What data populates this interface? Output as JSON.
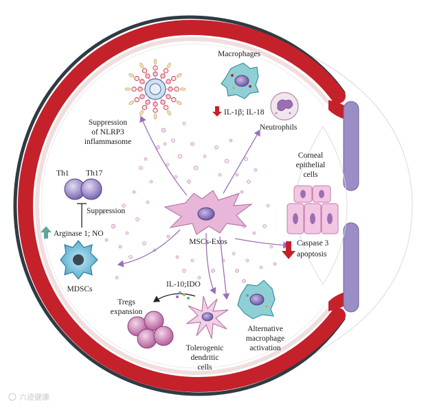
{
  "labels": {
    "macrophages": "Macrophages",
    "il": "IL-1β; IL-18",
    "neutrophils": "Neutrophils",
    "nlrp3_1": "Suppression",
    "nlrp3_2": "of NLRP3",
    "nlrp3_3": "inflammasome",
    "th1": "Th1",
    "th17": "Th17",
    "suppression": "Suppression",
    "arginase": "Arginase 1; NO",
    "mdscs": "MDSCs",
    "center": "MSCs-Exos",
    "corneal_1": "Corneal",
    "corneal_2": "epithelial",
    "corneal_3": "cells",
    "caspase": "Caspase 3",
    "apoptosis": "apoptosis",
    "il10": "IL-10;IDO",
    "tregs_1": "Tregs",
    "tregs_2": "expansion",
    "toler_1": "Tolerogenic",
    "toler_2": "dendritic",
    "toler_3": "cells",
    "alt_1": "Alternative",
    "alt_2": "macrophage",
    "alt_3": "activation"
  },
  "watermark": "六迹健康",
  "colors": {
    "eye_red": "#c4212b",
    "eye_dark": "#2f3b44",
    "lens_purple": "#9b8ec6",
    "arrow_purple": "#9b6fb5",
    "cell_pink": "#e8b6d8",
    "arrow_red": "#c4212b",
    "arrow_teal": "#5fa69c"
  }
}
